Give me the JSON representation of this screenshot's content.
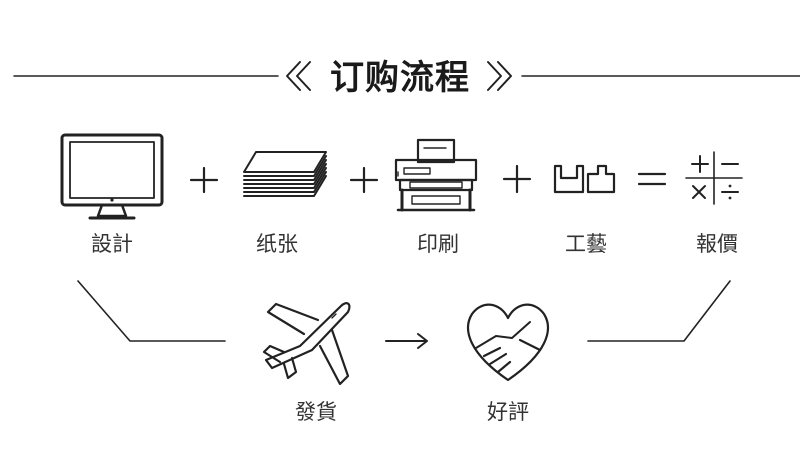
{
  "title": "订购流程",
  "steps": [
    {
      "label": "設計",
      "icon": "monitor-icon"
    },
    {
      "label": "纸张",
      "icon": "paper-stack-icon"
    },
    {
      "label": "印刷",
      "icon": "printer-icon"
    },
    {
      "label": "工藝",
      "icon": "craft-blocks-icon"
    },
    {
      "label": "報價",
      "icon": "calculator-icon"
    }
  ],
  "operators": [
    "+",
    "+",
    "+",
    "="
  ],
  "bottom_steps": [
    {
      "label": "發貨",
      "icon": "airplane-icon"
    },
    {
      "label": "好評",
      "icon": "handshake-heart-icon"
    }
  ],
  "colors": {
    "line": "#222222",
    "text": "#333333",
    "background": "#ffffff"
  }
}
